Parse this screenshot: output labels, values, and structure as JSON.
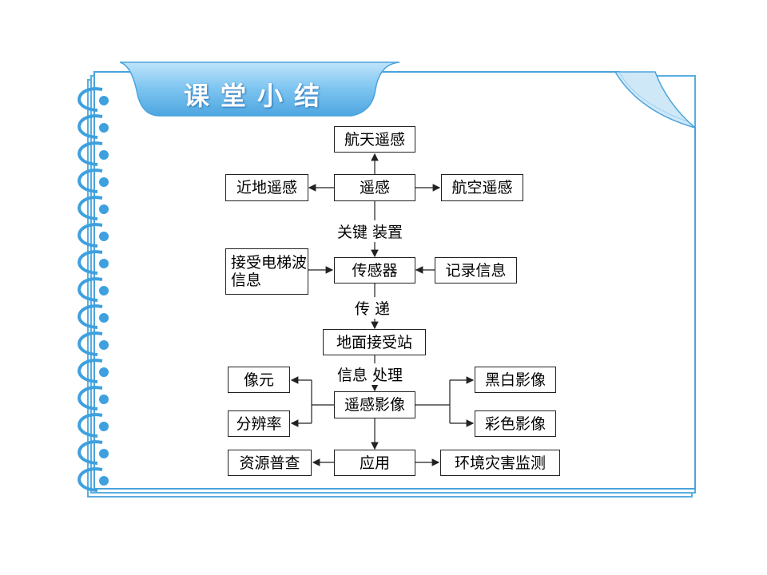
{
  "title": "课堂小结",
  "nodes": {
    "aerospace": "航天遥感",
    "near_ground": "近地遥感",
    "remote_sensing": "遥感",
    "aviation": "航空遥感",
    "key_device": "关键 装置",
    "em_wave": "接受电梯波信息",
    "sensor": "传感器",
    "record": "记录信息",
    "transmit": "传 递",
    "ground_station": "地面接受站",
    "processing": "信息 处理",
    "pixel": "像元",
    "image": "遥感影像",
    "bw_image": "黑白影像",
    "resolution": "分辨率",
    "color_image": "彩色影像",
    "survey": "资源普查",
    "application": "应用",
    "monitoring": "环境灾害监测"
  }
}
